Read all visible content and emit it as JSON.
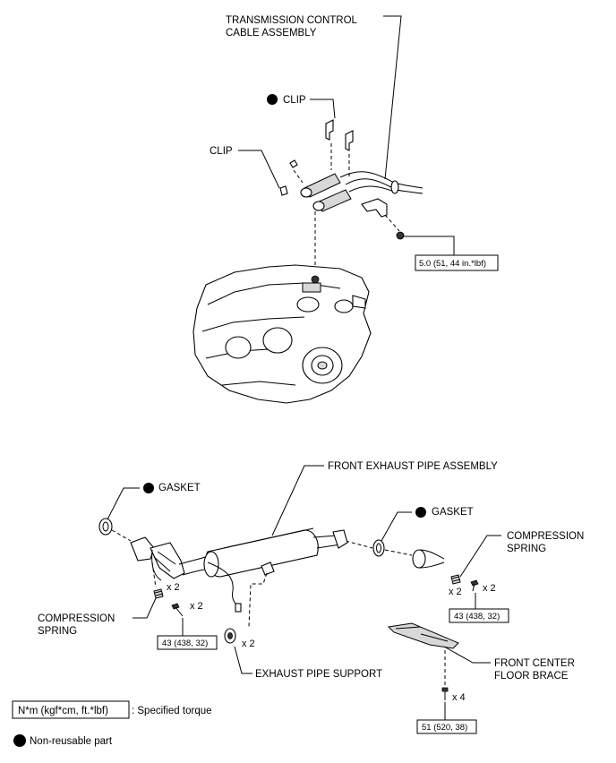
{
  "labels": {
    "transmission_cable_1": "TRANSMISSION CONTROL",
    "transmission_cable_2": "CABLE ASSEMBLY",
    "clip_top": "CLIP",
    "clip_left": "CLIP",
    "front_exhaust_pipe": "FRONT EXHAUST PIPE ASSEMBLY",
    "gasket_left": "GASKET",
    "gasket_right": "GASKET",
    "compression_spring_right_1": "COMPRESSION",
    "compression_spring_right_2": "SPRING",
    "compression_spring_left_1": "COMPRESSION",
    "compression_spring_left_2": "SPRING",
    "exhaust_pipe_support": "EXHAUST PIPE SUPPORT",
    "front_center_floor_brace_1": "FRONT CENTER",
    "front_center_floor_brace_2": "FLOOR BRACE"
  },
  "torques": {
    "cable_bracket": "5.0 (51, 44 in.*lbf)",
    "exhaust_left": "43 (438, 32)",
    "exhaust_right": "43 (438, 32)",
    "floor_brace": "51 (520, 38)"
  },
  "quantities": {
    "left_spring": "x 2",
    "left_bolt": "x 2",
    "support": "x 2",
    "right_spring": "x 2",
    "right_bolt": "x 2",
    "brace_bolt": "x 4"
  },
  "legend": {
    "torque_box": "N*m (kgf*cm, ft.*lbf)",
    "torque_text": ": Specified torque",
    "non_reusable": "Non-reusable part"
  },
  "colors": {
    "line": "#000000",
    "background": "#ffffff"
  }
}
